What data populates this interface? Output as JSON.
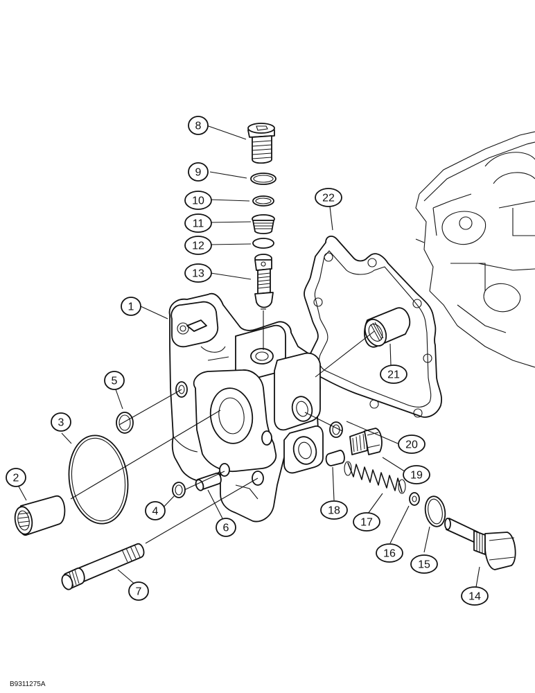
{
  "callouts": [
    {
      "id": "1",
      "label": "1"
    },
    {
      "id": "2",
      "label": "2"
    },
    {
      "id": "3",
      "label": "3"
    },
    {
      "id": "4",
      "label": "4"
    },
    {
      "id": "5",
      "label": "5"
    },
    {
      "id": "6",
      "label": "6"
    },
    {
      "id": "7",
      "label": "7"
    },
    {
      "id": "8",
      "label": "8"
    },
    {
      "id": "9",
      "label": "9"
    },
    {
      "id": "10",
      "label": "10"
    },
    {
      "id": "11",
      "label": "11"
    },
    {
      "id": "12",
      "label": "12"
    },
    {
      "id": "13",
      "label": "13"
    },
    {
      "id": "14",
      "label": "14"
    },
    {
      "id": "15",
      "label": "15"
    },
    {
      "id": "16",
      "label": "16"
    },
    {
      "id": "17",
      "label": "17"
    },
    {
      "id": "18",
      "label": "18"
    },
    {
      "id": "19",
      "label": "19"
    },
    {
      "id": "20",
      "label": "20"
    },
    {
      "id": "21",
      "label": "21"
    },
    {
      "id": "22",
      "label": "22"
    }
  ],
  "drawing_code": "B9311275A"
}
